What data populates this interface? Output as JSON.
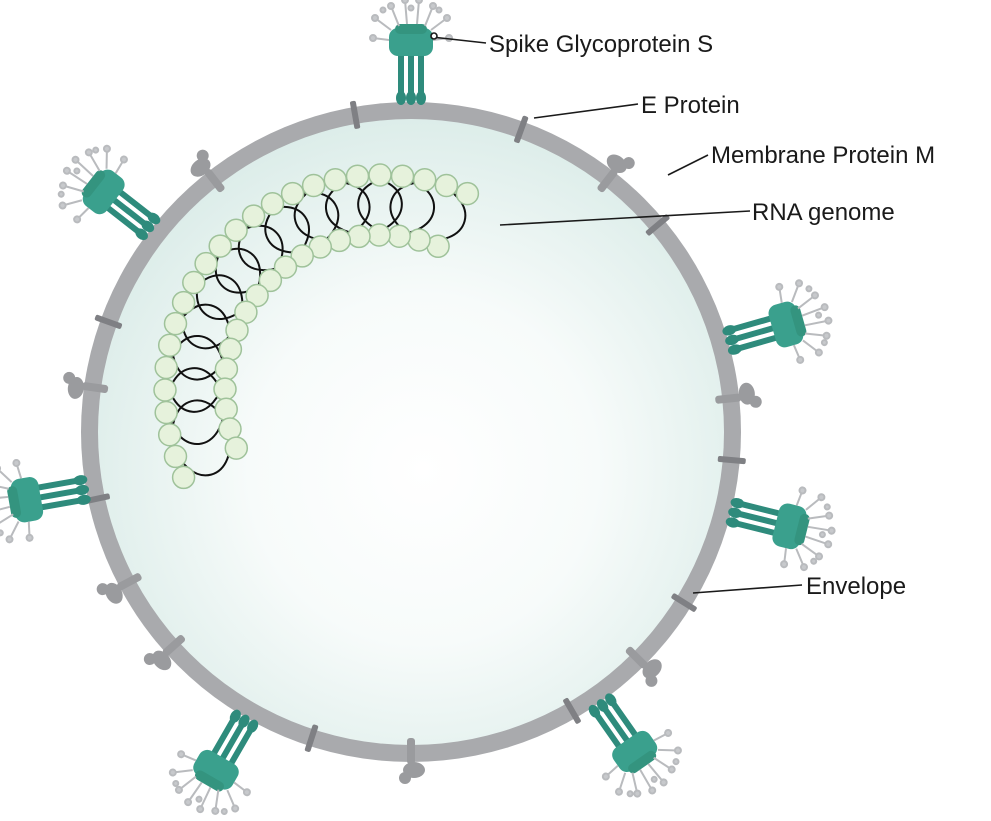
{
  "labels": {
    "spike": "Spike Glycoprotein S",
    "e_protein": "E Protein",
    "membrane_protein": "Membrane Protein M",
    "rna": "RNA genome",
    "envelope": "Envelope"
  },
  "colors": {
    "envelope": "#a9aaad",
    "interior": "#e9f3f1",
    "spike": "#2e8b7c",
    "spike_head": "#3aa08d",
    "membrane_protein": "#9a9b9e",
    "nucleocapsid_bead": "#e6f2dc",
    "rna": "#111111"
  },
  "icons": {
    "spike": "spike-glycoprotein-icon",
    "membrane": "membrane-protein-icon",
    "e_protein": "e-protein-icon"
  }
}
